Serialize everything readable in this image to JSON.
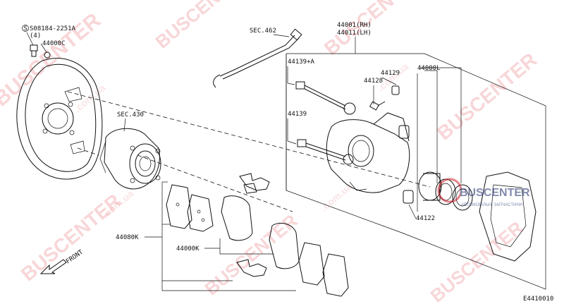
{
  "labels": {
    "bolt_part": "S08184-2251A",
    "bolt_qty": "(4)",
    "plate_part": "44000C",
    "sec462": "SEC.462",
    "sec430": "SEC.430",
    "caliper_rh": "44001(RH)",
    "caliper_lh": "44011(LH)",
    "pin_a": "44139+A",
    "cap": "44129",
    "bleeder": "44128",
    "pin": "44139",
    "caliper_assy": "44000L",
    "seal": "44122",
    "pad_kit": "44080K",
    "pad_set": "44000K",
    "front": "FRONT",
    "diagram_id": "E4410010"
  },
  "watermark": {
    "brand": "BUSCENTER",
    "domain": ".com.ua",
    "logo_text": "BUSCENTER",
    "logo_sub": "АВТОМОБІЛЬНІ ЗАПЧАСТИНИ"
  }
}
